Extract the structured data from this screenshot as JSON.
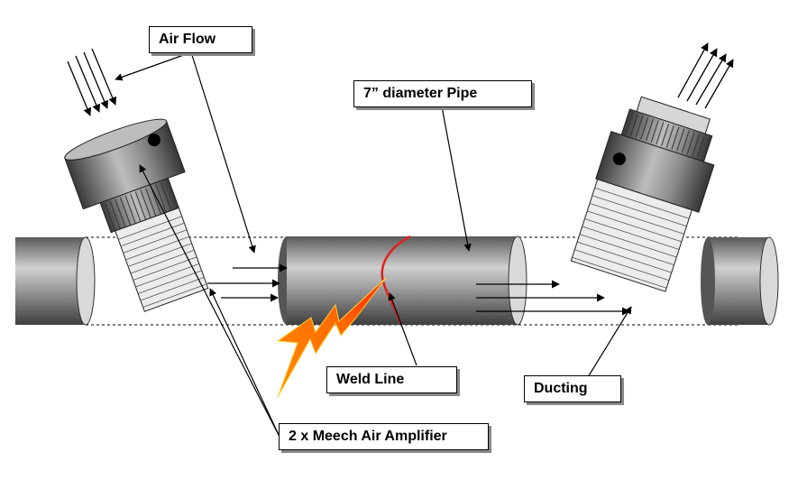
{
  "labels": {
    "air_flow": "Air Flow",
    "pipe": "7” diameter Pipe",
    "weld_line": "Weld Line",
    "ducting": "Ducting",
    "amplifier": "2 x Meech Air Amplifier"
  },
  "colors": {
    "pipe_dark": "#4a4a4a",
    "pipe_light": "#c8c8c8",
    "end_cap": "#d9d9d9",
    "weld": "#e02020",
    "flame_outer": "#ff8c00",
    "flame_inner": "#ffd23c"
  }
}
